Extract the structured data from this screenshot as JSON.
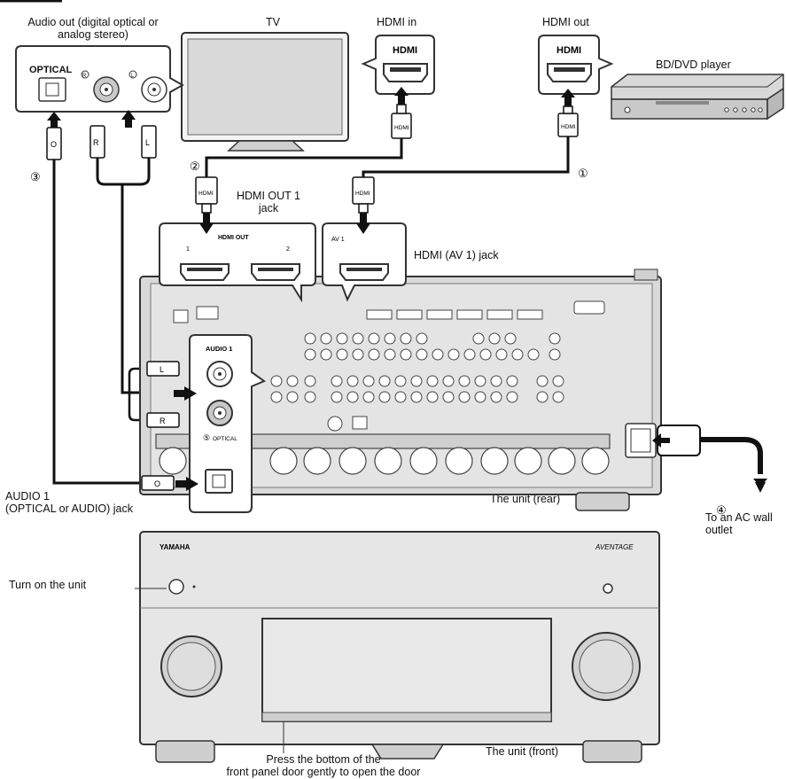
{
  "labels": {
    "audio_out_line1": "Audio out (digital optical or",
    "audio_out_line2": "analog stereo)",
    "tv": "TV",
    "hdmi_in": "HDMI in",
    "hdmi_out": "HDMI out",
    "bd_dvd_player": "BD/DVD player",
    "hdmi_out1_line1": "HDMI OUT 1",
    "hdmi_out1_line2": "jack",
    "hdmi_av1_jack": "HDMI (AV 1) jack",
    "audio1_line1": "AUDIO 1",
    "audio1_line2": "(OPTICAL or AUDIO) jack",
    "unit_rear": "The unit (rear)",
    "ac_line1": "To an AC wall",
    "ac_line2": "outlet",
    "turn_on": "Turn on the unit",
    "unit_front": "The unit (front)",
    "press_line1": "Press the bottom of the",
    "press_line2": "front panel door gently to open the door"
  },
  "steps": {
    "s1": "①",
    "s2": "②",
    "s3": "③",
    "s4": "④"
  },
  "jack_labels": {
    "optical": "OPTICAL",
    "r": "R",
    "l": "L",
    "hdmi": "HDMI",
    "hdmi_plug": "HDMI",
    "cable_r": "R",
    "cable_l": "L",
    "cable_o": "O",
    "hdmi_out_panel": "HDMI OUT",
    "hdmi_out_1": "1",
    "hdmi_out_2": "2",
    "av1": "AV 1",
    "audio1_panel": "AUDIO 1",
    "optical_panel": "OPTICAL",
    "step5": "⑤"
  },
  "brand": {
    "yamaha": "YAMAHA",
    "aventage": "AVENTAGE"
  },
  "colors": {
    "line": "#111111",
    "panel": "#e2e2e2",
    "panel_dark": "#b8b8b8",
    "jack_gray": "#9a9a9a"
  }
}
